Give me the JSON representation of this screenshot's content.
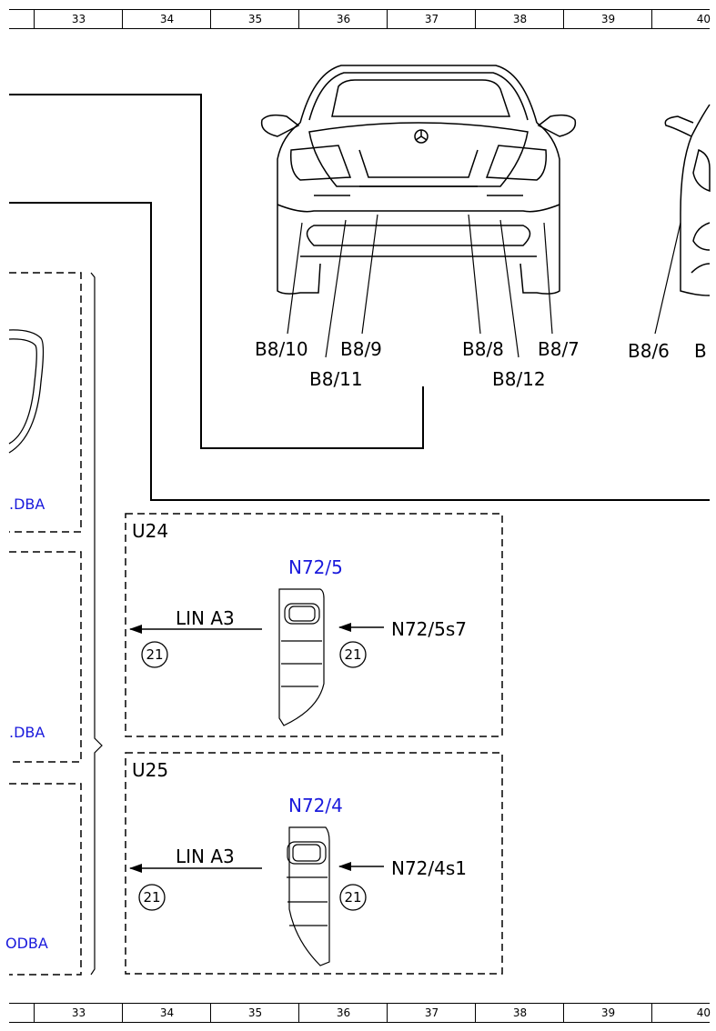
{
  "ruler": {
    "columns": [
      "33",
      "34",
      "35",
      "36",
      "37",
      "38",
      "39",
      "40"
    ]
  },
  "rear_car": {
    "labels": {
      "b8_10": "B8/10",
      "b8_9": "B8/9",
      "b8_11": "B8/11",
      "b8_8": "B8/8",
      "b8_7": "B8/7",
      "b8_12": "B8/12",
      "b8_6": "B8/6",
      "b_partial": "B"
    }
  },
  "left_panels": {
    "refs": [
      ".DBA",
      ".DBA",
      "ODBA"
    ]
  },
  "u24": {
    "title": "U24",
    "component": "N72/5",
    "left_signal": "LIN A3",
    "right_signal": "N72/5s7",
    "left_ref": "21",
    "right_ref": "21"
  },
  "u25": {
    "title": "U25",
    "component": "N72/4",
    "left_signal": "LIN A3",
    "right_signal": "N72/4s1",
    "left_ref": "21",
    "right_ref": "21"
  },
  "colors": {
    "link": "#1a1adc",
    "line": "#000000"
  }
}
